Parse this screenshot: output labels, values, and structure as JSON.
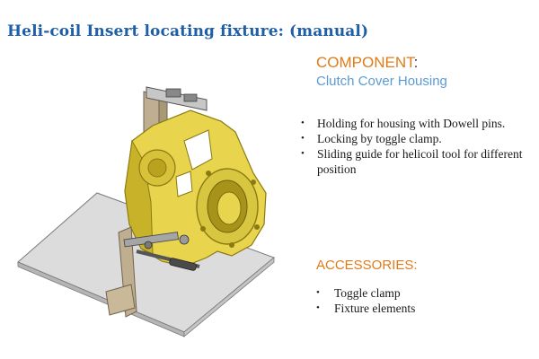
{
  "slide": {
    "title": "Heli-coil Insert locating fixture: (manual)",
    "component": {
      "label": "COMPONENT",
      "colon": ":",
      "value": "Clutch Cover Housing"
    },
    "features": [
      "Holding for housing with Dowell pins.",
      "Locking by toggle clamp.",
      "Sliding guide for helicoil tool for different position"
    ],
    "accessories": {
      "label": "ACCESSORIES:",
      "items": [
        "Toggle clamp",
        "Fixture elements"
      ]
    },
    "figure": {
      "subject": "fixture-cad-model",
      "colors": {
        "housing": "#e8d44d",
        "housing_shadow": "#b8a21e",
        "base_plate": "#d9d9d9",
        "bracket": "#c8b89a",
        "steel": "#9a9a9a"
      }
    }
  }
}
